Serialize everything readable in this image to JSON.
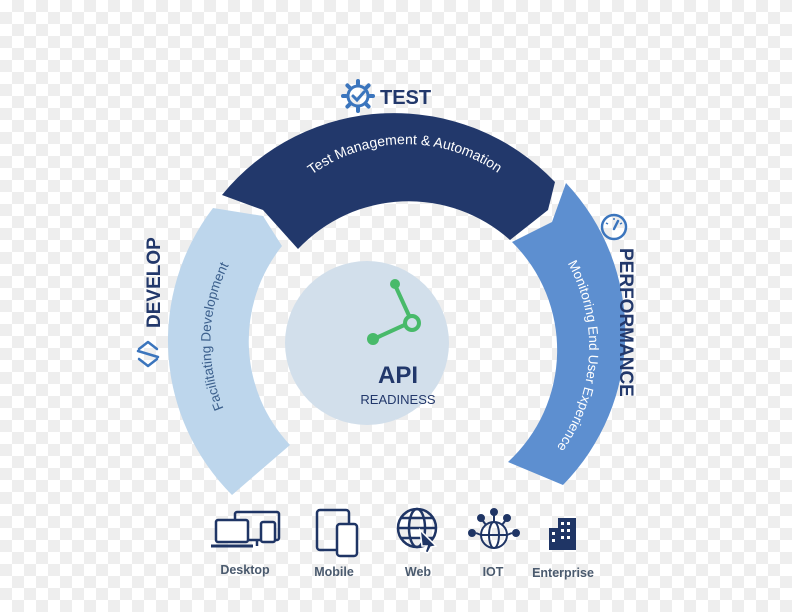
{
  "phases": {
    "test": {
      "title": "TEST",
      "subtitle": "Test Management & Automation",
      "icon": "gear-check-icon"
    },
    "develop": {
      "title": "DEVELOP",
      "subtitle": "Facilitating Development",
      "icon": "code-brackets-icon"
    },
    "performance": {
      "title": "PERFORMANCE",
      "subtitle": "Monitoring End User Experience",
      "icon": "speedometer-icon"
    }
  },
  "center": {
    "title": "API",
    "subtitle": "READINESS",
    "icon": "api-node-graph-icon"
  },
  "platforms": [
    {
      "label": "Desktop",
      "icon": "desktop-laptop-icon"
    },
    {
      "label": "Mobile",
      "icon": "mobile-tablet-icon"
    },
    {
      "label": "Web",
      "icon": "globe-cursor-icon"
    },
    {
      "label": "IOT",
      "icon": "globe-network-icon"
    },
    {
      "label": "Enterprise",
      "icon": "office-building-icon"
    }
  ],
  "colors": {
    "test": "#22386b",
    "develop": "#bdd6ec",
    "performance": "#5d8fd0",
    "center": "#d2dfeb",
    "accent": "#48ba6a",
    "heading": "#22386b",
    "icon": "#3b75bd",
    "device": "#1f3565"
  }
}
